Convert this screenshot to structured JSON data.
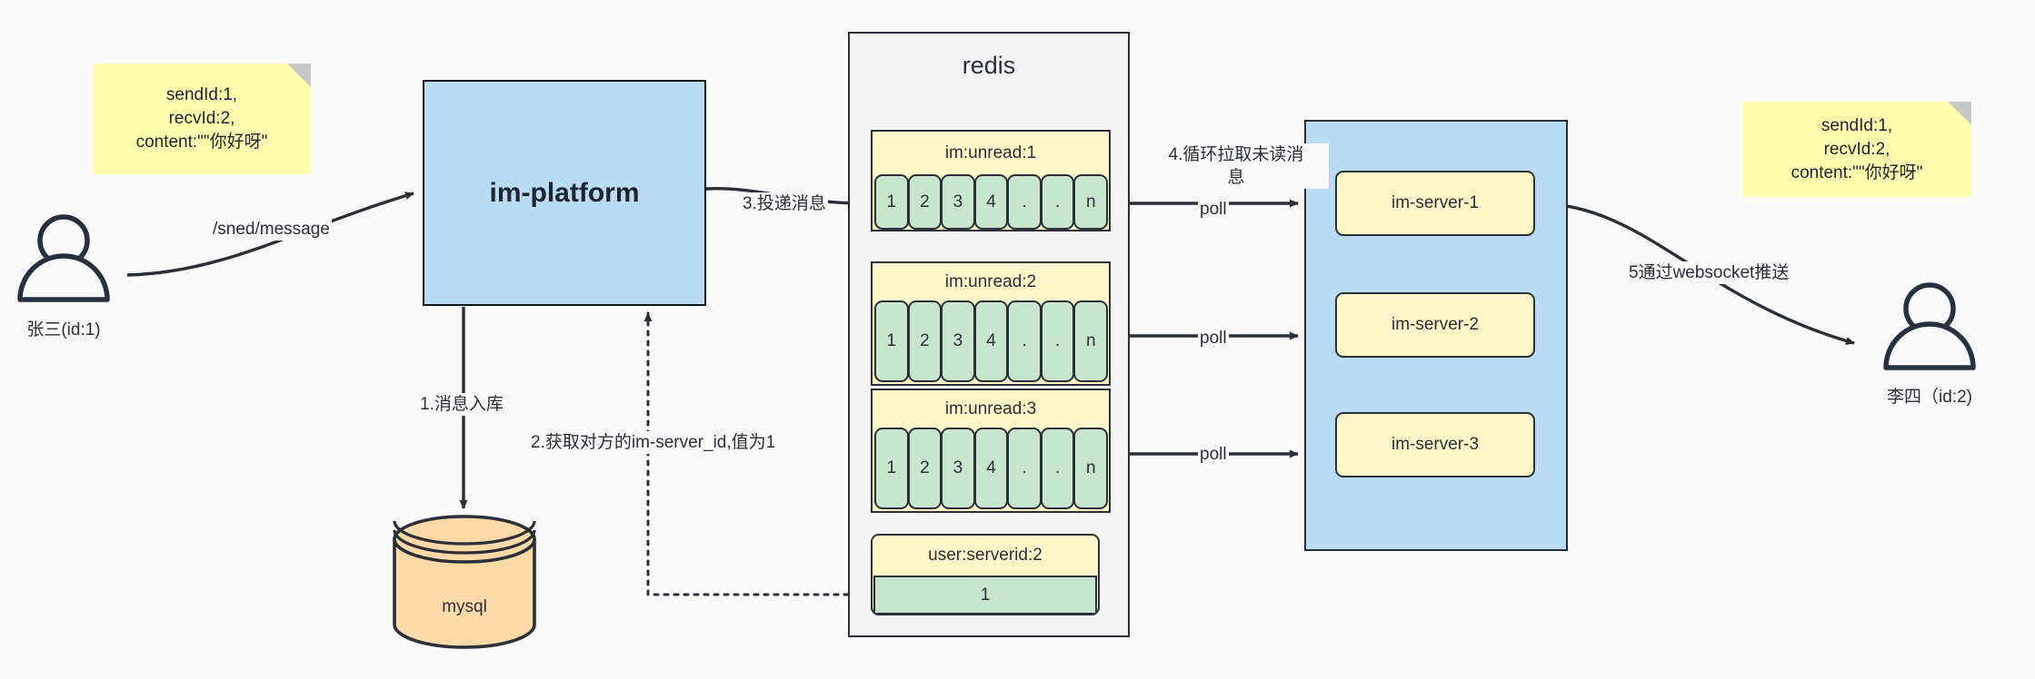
{
  "diagram": {
    "title": "IM message delivery architecture",
    "background": "#fafafa",
    "colors": {
      "note": "#ffffaf",
      "blue": "#b9dcf2",
      "yellow": "#fff6c9",
      "green": "#c8e6ce",
      "orange": "#fdd9a8",
      "stroke": "#2b3038"
    }
  },
  "notes": {
    "left": "sendId:1,\nrecvId:2,\ncontent:\"\"你好呀\"",
    "right": "sendId:1,\nrecvId:2,\ncontent:\"\"你好呀\""
  },
  "actors": {
    "sender": {
      "label": "张三(id:1)"
    },
    "receiver": {
      "label": "李四（id:2)"
    }
  },
  "platform": {
    "label": "im-platform"
  },
  "database": {
    "label": "mysql"
  },
  "redis": {
    "title": "redis",
    "groups": [
      {
        "key": "im:unread:1",
        "cells": [
          "1",
          "2",
          "3",
          "4",
          ".",
          ".",
          "n"
        ]
      },
      {
        "key": "im:unread:2",
        "cells": [
          "1",
          "2",
          "3",
          "4",
          ".",
          ".",
          "n"
        ]
      },
      {
        "key": "im:unread:3",
        "cells": [
          "1",
          "2",
          "3",
          "4",
          ".",
          ".",
          "n"
        ]
      }
    ],
    "map": {
      "key": "user:serverid:2",
      "value": "1"
    }
  },
  "servers": {
    "items": [
      {
        "label": "im-server-1"
      },
      {
        "label": "im-server-2"
      },
      {
        "label": "im-server-3"
      }
    ]
  },
  "edges": {
    "send_message": "/sned/message",
    "step1": "1.消息入库",
    "step2": "2.获取对方的im-server_id,值为1",
    "step3": "3.投递消息",
    "step4": "4.循环拉取未读消\n息",
    "poll1": "poll",
    "poll2": "poll",
    "poll3": "poll",
    "step5": "5通过websocket推送"
  }
}
